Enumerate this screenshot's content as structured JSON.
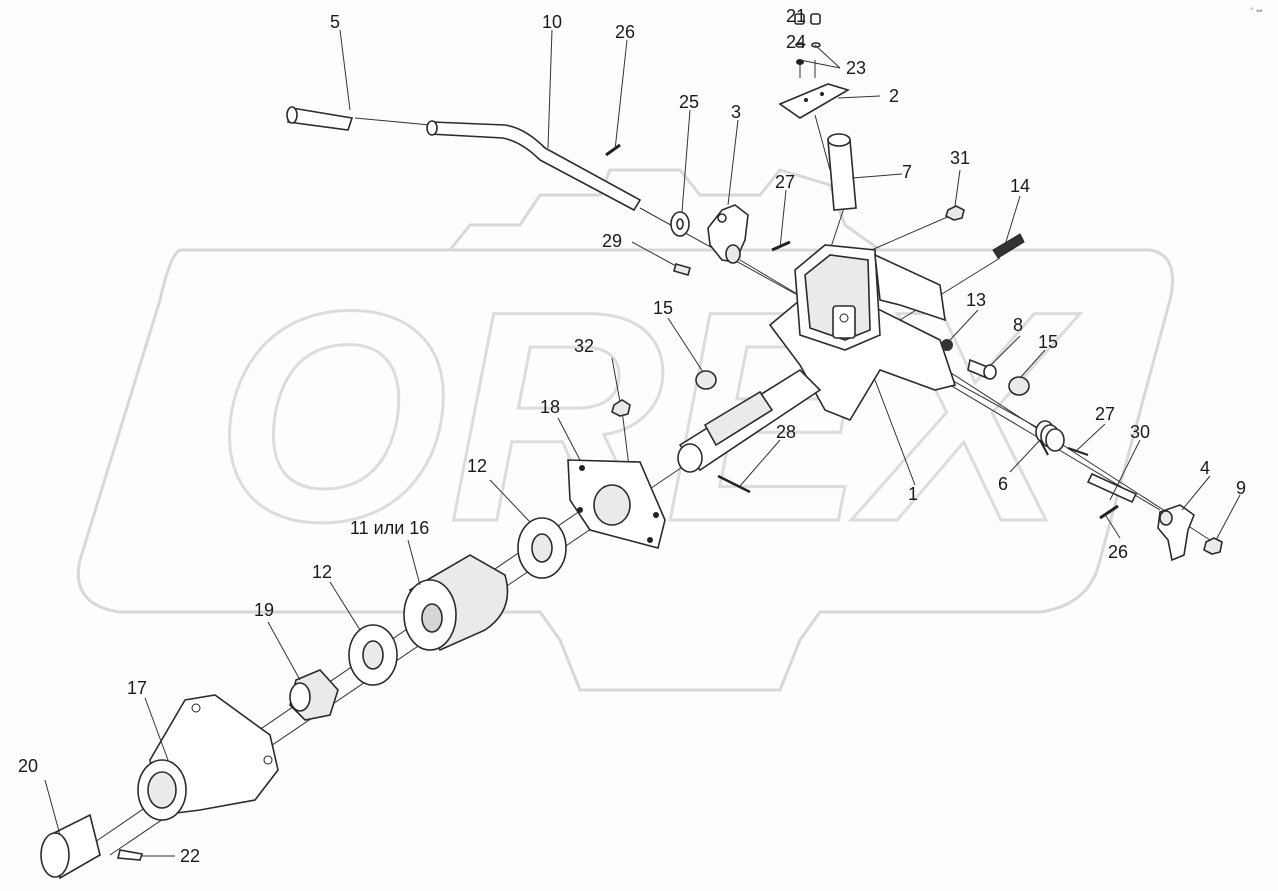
{
  "watermark": {
    "text": "OREX"
  },
  "corner_mark": "° ••",
  "callouts": [
    {
      "id": "c1",
      "label": "1"
    },
    {
      "id": "c2",
      "label": "2"
    },
    {
      "id": "c3",
      "label": "3"
    },
    {
      "id": "c4",
      "label": "4"
    },
    {
      "id": "c5",
      "label": "5"
    },
    {
      "id": "c6",
      "label": "6"
    },
    {
      "id": "c7",
      "label": "7"
    },
    {
      "id": "c8",
      "label": "8"
    },
    {
      "id": "c9",
      "label": "9"
    },
    {
      "id": "c10",
      "label": "10"
    },
    {
      "id": "c11",
      "label": "11 или 16"
    },
    {
      "id": "c12a",
      "label": "12"
    },
    {
      "id": "c12b",
      "label": "12"
    },
    {
      "id": "c13",
      "label": "13"
    },
    {
      "id": "c14",
      "label": "14"
    },
    {
      "id": "c15a",
      "label": "15"
    },
    {
      "id": "c15b",
      "label": "15"
    },
    {
      "id": "c17",
      "label": "17"
    },
    {
      "id": "c18",
      "label": "18"
    },
    {
      "id": "c19",
      "label": "19"
    },
    {
      "id": "c20",
      "label": "20"
    },
    {
      "id": "c21",
      "label": "21"
    },
    {
      "id": "c22",
      "label": "22"
    },
    {
      "id": "c23",
      "label": "23"
    },
    {
      "id": "c24",
      "label": "24"
    },
    {
      "id": "c25",
      "label": "25"
    },
    {
      "id": "c26a",
      "label": "26"
    },
    {
      "id": "c26b",
      "label": "26"
    },
    {
      "id": "c27a",
      "label": "27"
    },
    {
      "id": "c27b",
      "label": "27"
    },
    {
      "id": "c28",
      "label": "28"
    },
    {
      "id": "c29",
      "label": "29"
    },
    {
      "id": "c30",
      "label": "30"
    },
    {
      "id": "c31",
      "label": "31"
    },
    {
      "id": "c32",
      "label": "32"
    }
  ]
}
